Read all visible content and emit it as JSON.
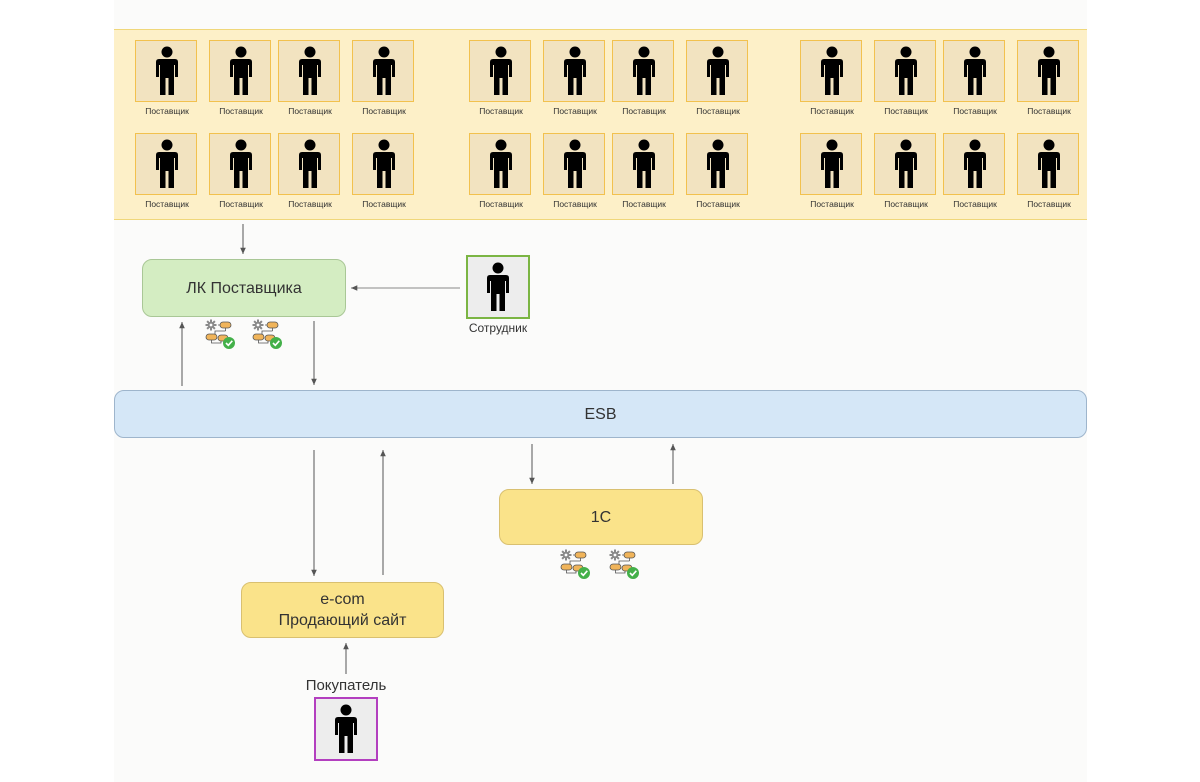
{
  "suppliers": {
    "items": [
      "Поставщик",
      "Поставщик",
      "Поставщик",
      "Поставщик",
      "Поставщик",
      "Поставщик",
      "Поставщик",
      "Поставщик",
      "Поставщик",
      "Поставщик",
      "Поставщик",
      "Поставщик",
      "Поставщик",
      "Поставщик",
      "Поставщик",
      "Поставщик",
      "Поставщик",
      "Поставщик",
      "Поставщик",
      "Поставщик",
      "Поставщик",
      "Поставщик",
      "Поставщик",
      "Поставщик"
    ],
    "icon": "person-icon"
  },
  "nodes": {
    "lk": "ЛК Поставщика",
    "esb": "ESB",
    "onec": "1С",
    "ecom_line1": "e-com",
    "ecom_line2": "Продающий сайт"
  },
  "actors": {
    "employee": "Сотрудник",
    "buyer": "Покупатель"
  },
  "icons": {
    "process": "workflow-gear-check-icon",
    "actor": "person-icon"
  },
  "colors": {
    "supplier_band": "#fdf0c8",
    "supplier_border": "#f2c14e",
    "lk_fill": "#d4edc2",
    "esb_fill": "#d5e7f7",
    "system_fill": "#fae38a",
    "employee_border": "#7bb543",
    "buyer_border": "#b33fbf"
  }
}
